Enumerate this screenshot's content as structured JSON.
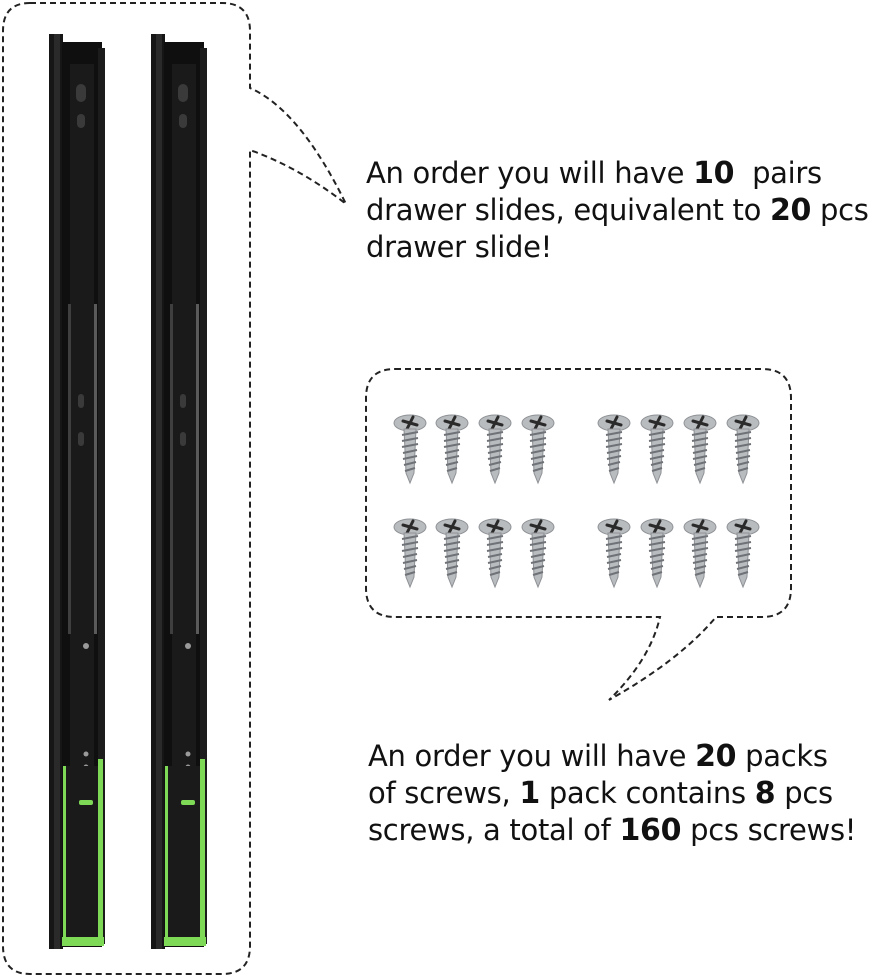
{
  "slides_caption": {
    "part1": "An order you will have ",
    "pairs_count": "10",
    "part2": "  pairs",
    "part3": "drawer slides, equivalent to ",
    "pcs_count": "20",
    "part4": " pcs",
    "part5": "drawer slide!"
  },
  "screws_caption": {
    "part1": "An order you will have ",
    "packs_count": "20",
    "part2": " packs",
    "part3": "of screws, ",
    "pack_count": "1",
    "part4": " pack contains ",
    "per_pack": "8",
    "part5": " pcs",
    "part6": "screws, a total of ",
    "total": "160",
    "part7": " pcs screws!"
  },
  "product": {
    "drawer_slide_icon": "drawer-slide-rail",
    "screw_icon": "phillips-flat-head-screw",
    "rail_color": "#111111",
    "accent_color": "#7ed957",
    "screw_color": "#b9bcbf"
  }
}
